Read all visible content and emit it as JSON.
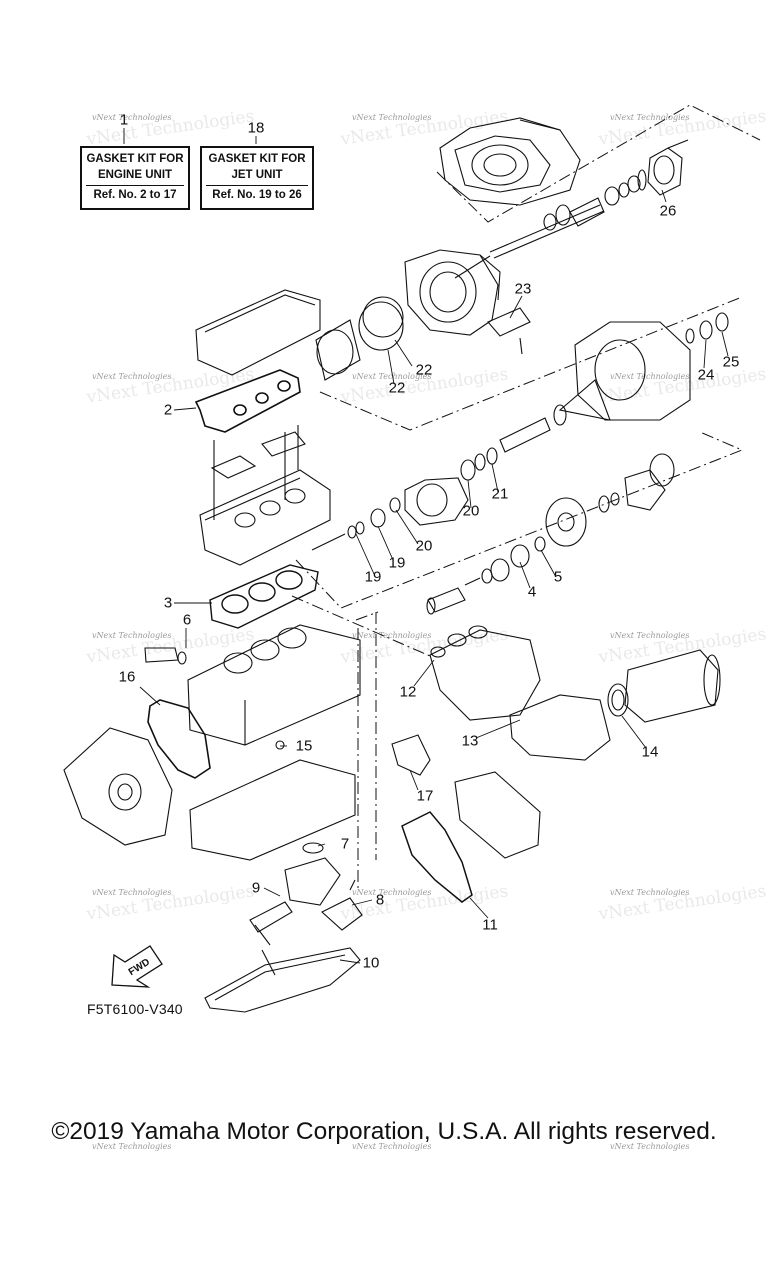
{
  "kits": [
    {
      "number": "1",
      "lines": [
        "GASKET KIT FOR",
        "ENGINE UNIT"
      ],
      "ref": "Ref. No. 2 to 17"
    },
    {
      "number": "18",
      "lines": [
        "GASKET KIT FOR",
        "JET UNIT"
      ],
      "ref": "Ref. No. 19 to 26"
    }
  ],
  "callouts": [
    "2",
    "3",
    "4",
    "5",
    "6",
    "7",
    "8",
    "9",
    "10",
    "11",
    "12",
    "13",
    "14",
    "15",
    "16",
    "17",
    "19",
    "19",
    "20",
    "20",
    "21",
    "22",
    "22",
    "23",
    "24",
    "25",
    "26"
  ],
  "watermark": "vNext Technologies",
  "fwd_label": "FWD",
  "diagram_code": "F5T6100-V340",
  "copyright": "©2019 Yamaha Motor Corporation, U.S.A. All rights reserved."
}
